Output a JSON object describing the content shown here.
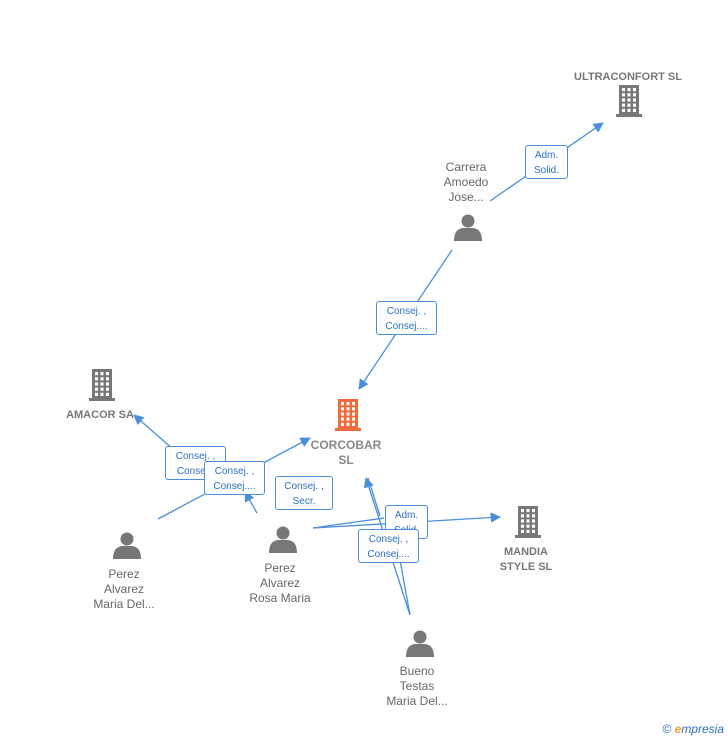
{
  "nodes": {
    "ultraconfort": {
      "label": "ULTRACONFORT SL",
      "type": "company"
    },
    "carrera": {
      "label": [
        "Carrera",
        "Amoedo",
        "Jose..."
      ],
      "type": "person"
    },
    "amacor": {
      "label": "AMACOR SA",
      "type": "company"
    },
    "corcobar": {
      "label": [
        "CORCOBAR",
        "SL"
      ],
      "type": "main-company"
    },
    "mandia": {
      "label": [
        "MANDIA",
        "STYLE SL"
      ],
      "type": "company"
    },
    "perez_maria": {
      "label": [
        "Perez",
        "Alvarez",
        "Maria Del..."
      ],
      "type": "person"
    },
    "perez_rosa": {
      "label": [
        "Perez",
        "Alvarez",
        "Rosa Maria"
      ],
      "type": "person"
    },
    "bueno": {
      "label": [
        "Bueno",
        "Testas",
        "Maria Del..."
      ],
      "type": "person"
    }
  },
  "edges": [
    {
      "from": "carrera",
      "to": "ultraconfort",
      "label": [
        "Adm.",
        "Solid."
      ]
    },
    {
      "from": "carrera",
      "to": "corcobar",
      "label": [
        "Consej. ,",
        "Consej...."
      ]
    },
    {
      "from": "perez_maria",
      "to": "amacor",
      "label": [
        "Consej. ,",
        "Conse..."
      ]
    },
    {
      "from": "perez_maria",
      "to": "corcobar",
      "label": [
        "Consej. ,",
        "Consej...."
      ]
    },
    {
      "from": "perez_rosa",
      "to": "corcobar",
      "label": [
        "Consej. ,",
        "Secr."
      ]
    },
    {
      "from": "perez_rosa",
      "to": "mandia",
      "label": [
        "Adm.",
        "Solid."
      ]
    },
    {
      "from": "bueno",
      "to": "corcobar",
      "label": [
        "Consej. ,",
        "Consej...."
      ]
    }
  ],
  "colors": {
    "edge": "#4a8fd8",
    "company_icon": "#777777",
    "main_icon": "#f26a3a",
    "person_icon": "#777777"
  },
  "footer": {
    "copyright": "©",
    "brand_e": "e",
    "brand_rest": "mpresia"
  }
}
